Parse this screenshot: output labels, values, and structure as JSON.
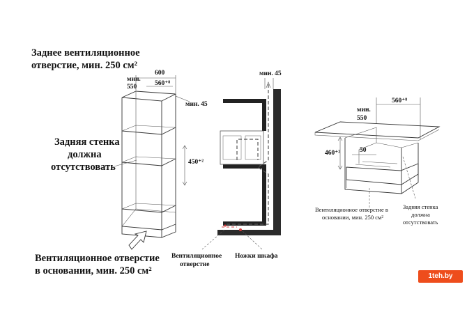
{
  "left": {
    "top_label_line1": "Заднее вентиляционное",
    "top_label_line2": "отверстие, мин. 250 см²",
    "wall_label_line1": "Задняя стенка",
    "wall_label_line2": "должна",
    "wall_label_line3": "отсутствовать",
    "bottom_label_line1": "Вентиляционное отверстие",
    "bottom_label_line2": "в основании, мин. 250 см²",
    "dim_600": "600",
    "dim_min_label": "мин.",
    "dim_550": "550",
    "dim_560": "560⁺⁸",
    "dim_min45": "мин. 45",
    "dim_450": "450⁺²"
  },
  "middle": {
    "dim_min45": "мин. 45",
    "vent_label_line1": "Вентиляционное",
    "vent_label_line2": "отверстие",
    "legs_label": "Ножки шкафа"
  },
  "right": {
    "dim_min_label": "мин.",
    "dim_550": "550",
    "dim_560": "560⁺⁸",
    "dim_460": "460⁺²",
    "dim_50": "50",
    "vent_label_line1": "Вентиляционное отверстие в",
    "vent_label_line2": "основании, мин. 250 см²",
    "wall_label_line1": "Задняя стенка",
    "wall_label_line2": "должна",
    "wall_label_line3": "отсутствовать"
  },
  "watermark": {
    "text": "1teh.by"
  }
}
